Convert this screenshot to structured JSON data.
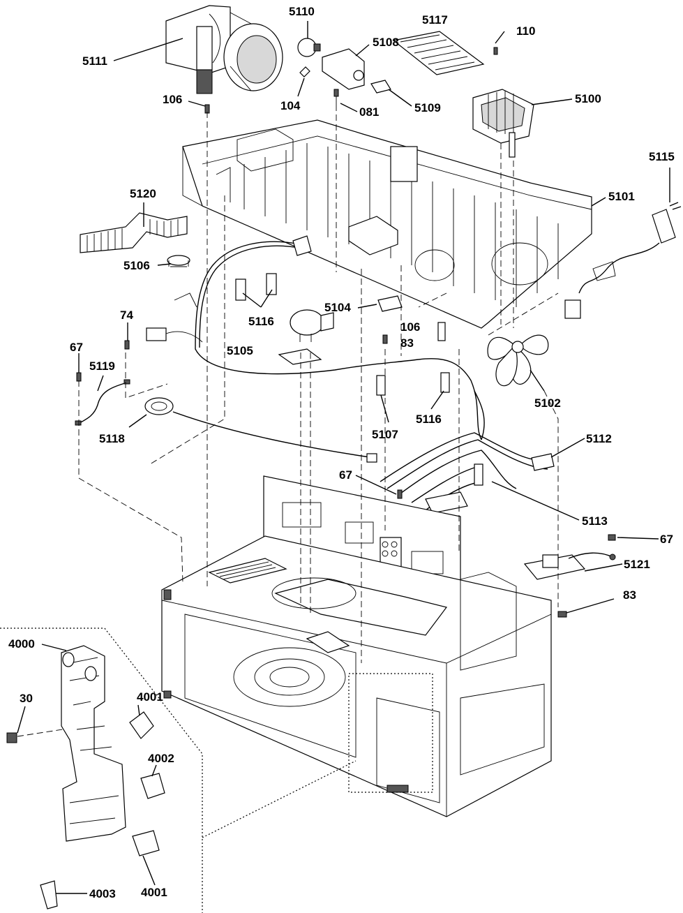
{
  "callouts": {
    "c5111": "5111",
    "c5110": "5110",
    "c5108": "5108",
    "c5117": "5117",
    "c110": "110",
    "c106_top": "106",
    "c104": "104",
    "c081": "081",
    "c5109": "5109",
    "c5100": "5100",
    "c5115": "5115",
    "c5120": "5120",
    "c5101": "5101",
    "c5106": "5106",
    "c5116_a": "5116",
    "c5104": "5104",
    "c106_mid": "106",
    "c83_mid": "83",
    "c74": "74",
    "c5105": "5105",
    "c67_left": "67",
    "c5119": "5119",
    "c5102": "5102",
    "c5118": "5118",
    "c5107": "5107",
    "c5116_b": "5116",
    "c5112": "5112",
    "c67_mid": "67",
    "c5113": "5113",
    "c67_right": "67",
    "c5121": "5121",
    "c83_right": "83",
    "c4000": "4000",
    "c4001_a": "4001",
    "c30": "30",
    "c4002": "4002",
    "c4001_b": "4001",
    "c4003": "4003"
  }
}
